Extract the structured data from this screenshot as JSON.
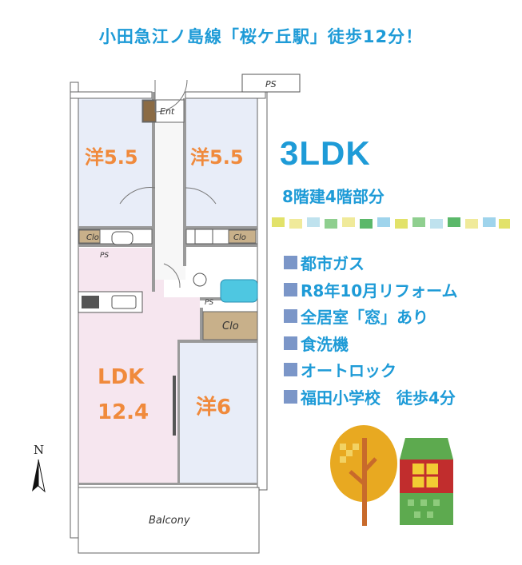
{
  "headline": "小田急江ノ島線「桜ケ丘駅」徒歩12分！",
  "plan": {
    "rooms": {
      "west_bedroom": "洋5.5",
      "east_bedroom": "洋5.5",
      "ldk_name": "LDK",
      "ldk_size": "12.4",
      "south_bedroom": "洋6"
    },
    "labels": {
      "entrance": "Ent",
      "ps": "PS",
      "closet": "Clo",
      "balcony": "Balcony"
    },
    "compass_letter": "N"
  },
  "layout": "3LDK",
  "floor_info": "8階建4階部分",
  "features": [
    "都市ガス",
    "R8年10月リフォーム",
    "全居室「窓」あり",
    "食洗機",
    "オートロック",
    "福田小学校　徒歩4分"
  ],
  "colors": {
    "accent": "#1e9bd7",
    "room_label": "#f08a3c",
    "bedroom_fill": "#e8edf8",
    "ldk_fill": "#f6e6ef",
    "bullet": "#7b96c8"
  },
  "decoration": {
    "icons": [
      "autumn-tree-icon",
      "house-icon"
    ]
  }
}
